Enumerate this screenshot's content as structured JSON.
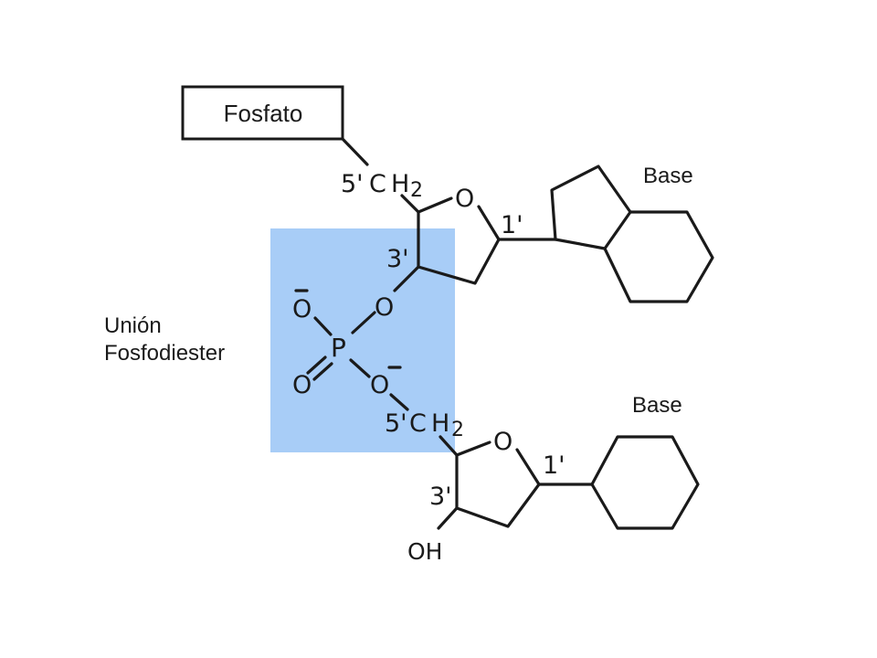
{
  "labels": {
    "phosphate_box": "Fosfato",
    "base_top": "Base",
    "base_bottom": "Base",
    "bond_label_line1": "Unión",
    "bond_label_line2": "Fosfodiester"
  },
  "atoms": {
    "c5_top": "5'",
    "ch2_top_c": "C",
    "ch2_top_h": "H",
    "ch2_top_sub": "2",
    "o_ring_top": "O",
    "c1_top": "1'",
    "c3_top": "3'",
    "o_link_top": "O",
    "o_minus_left": "O",
    "p": "P",
    "o_double": "O",
    "o_link_bottom": "O",
    "c5_bottom": "5'",
    "ch2_bottom_c": "C",
    "ch2_bottom_h": "H",
    "ch2_bottom_sub": "2",
    "o_ring_bottom": "O",
    "c1_bottom": "1'",
    "c3_bottom": "3'",
    "oh": "OH"
  },
  "colors": {
    "highlight": "#a8cdf7",
    "line": "#1a1a1a",
    "background": "#ffffff"
  }
}
